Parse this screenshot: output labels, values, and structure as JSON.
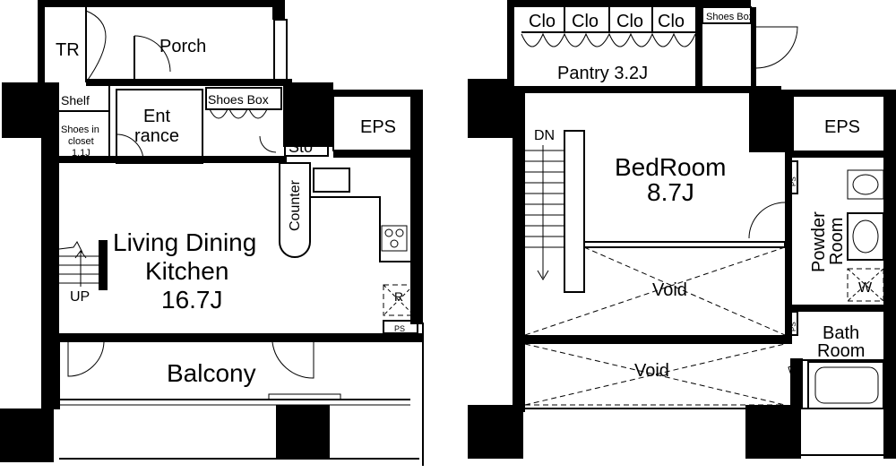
{
  "floor1": {
    "tr": "TR",
    "porch": "Porch",
    "shelf": "Shelf",
    "entrance_line1": "Ent",
    "entrance_line2": "rance",
    "shoes_box": "Shoes Box",
    "shoes_closet_line1": "Shoes in",
    "shoes_closet_line2": "closet",
    "shoes_closet_size": "1.1J",
    "eps": "EPS",
    "sto": "Sto",
    "counter": "Counter",
    "ldk_line1": "Living Dining",
    "ldk_line2": "Kitchen",
    "ldk_size": "16.7J",
    "up": "UP",
    "refrigerator": "R",
    "ps": "PS",
    "balcony": "Balcony"
  },
  "floor2": {
    "clo1": "Clo",
    "clo2": "Clo",
    "clo3": "Clo",
    "clo4": "Clo",
    "shoes_box": "Shoes Box",
    "pantry": "Pantry 3.2J",
    "dn": "DN",
    "bedroom": "BedRoom",
    "bedroom_size": "8.7J",
    "eps": "EPS",
    "ps_top": "PS",
    "ps_bottom": "PS",
    "powder_room_line1": "Powder",
    "powder_room_line2": "Room",
    "washer": "W",
    "void1": "Void",
    "void2": "Void",
    "bath_line1": "Bath",
    "bath_line2": "Room"
  }
}
